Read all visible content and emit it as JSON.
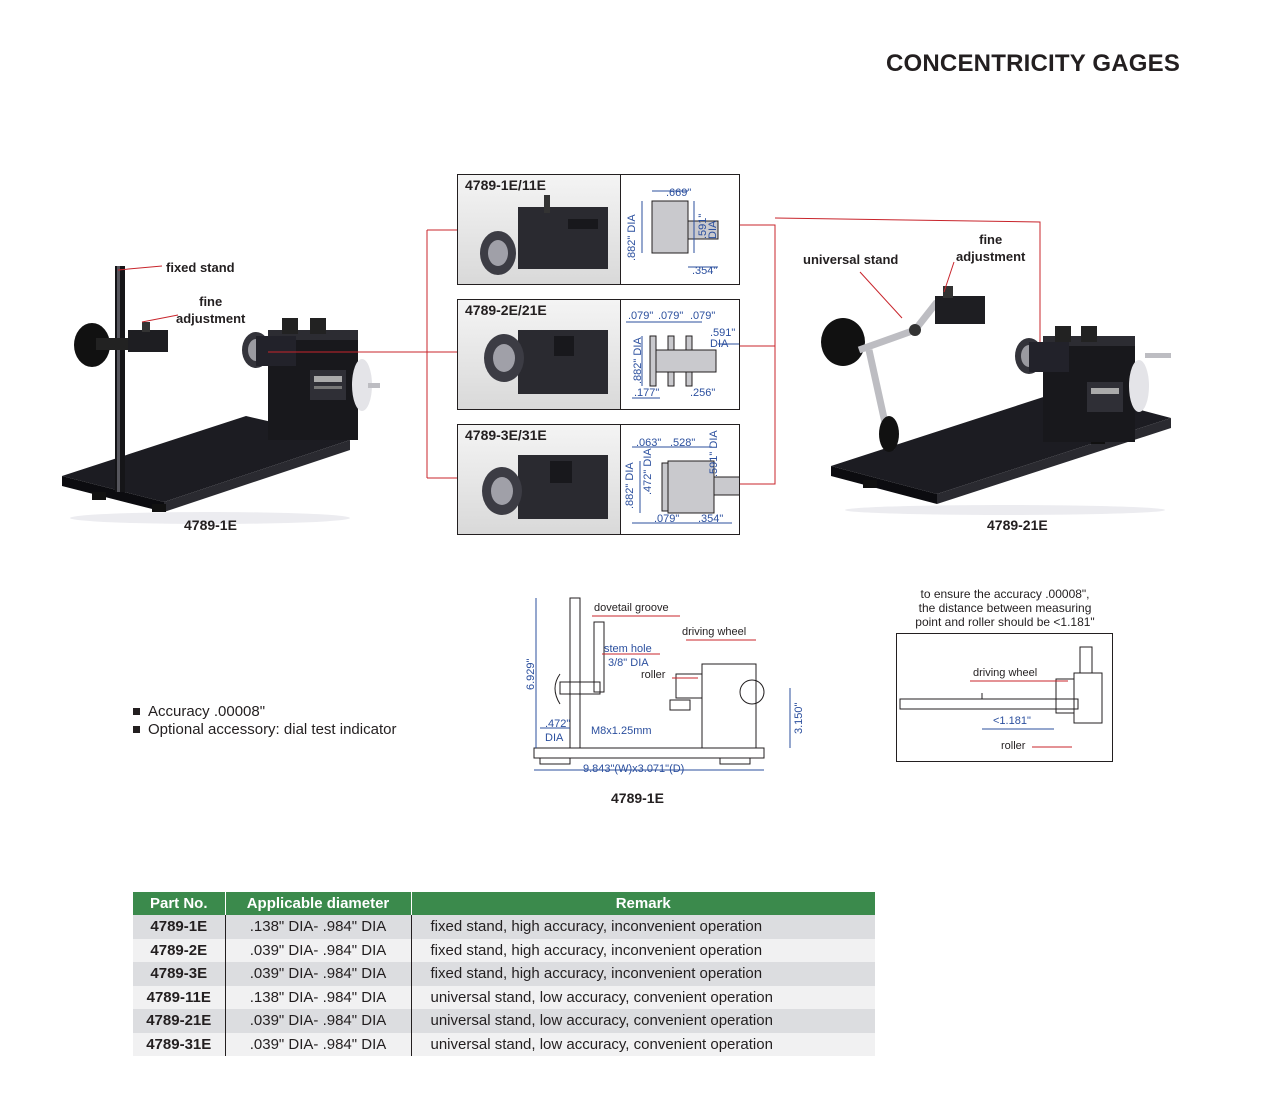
{
  "page_title": "CONCENTRICITY GAGES",
  "left_figure": {
    "label_fixed_stand": "fixed stand",
    "label_fine_adjustment": "fine\nadjustment",
    "model": "4789-1E"
  },
  "right_figure": {
    "label_universal_stand": "universal stand",
    "label_fine_adjustment": "fine\nadjustment",
    "model": "4789-21E"
  },
  "panels": [
    {
      "title": "4789-1E/11E",
      "dims": [
        ".669\"",
        ".591\" DIA",
        ".882\" DIA",
        ".354\""
      ]
    },
    {
      "title": "4789-2E/21E",
      "dims": [
        ".079\"",
        ".079\"",
        ".079\"",
        ".591\" DIA",
        ".882\" DIA",
        ".177\"",
        ".256\""
      ]
    },
    {
      "title": "4789-3E/31E",
      "dims": [
        ".063\"",
        ".528\"",
        ".591\" DIA",
        ".882\" DIA",
        ".472\" DIA",
        ".079\"",
        ".354\""
      ]
    }
  ],
  "features": [
    "Accuracy .00008\"",
    "Optional accessory: dial test indicator"
  ],
  "drawing": {
    "dovetail_groove": "dovetail groove",
    "driving_wheel": "driving wheel",
    "stem_hole": "stem hole",
    "stem_hole_dia": "3/8\" DIA",
    "roller": "roller",
    "height": "6.929\"",
    "base_height": "3.150\"",
    "rod_dia": ".472\"",
    "rod_dia_unit": "DIA",
    "thread": "M8x1.25mm",
    "footprint": "9.843\"(W)x3.071\"(D)",
    "model": "4789-1E"
  },
  "accuracy_note": {
    "text_line1": "to ensure the accuracy .00008\",",
    "text_line2": "the distance between measuring",
    "text_line3": "point and roller should be <1.181\"",
    "driving_wheel": "driving wheel",
    "distance": "<1.181\"",
    "roller": "roller"
  },
  "table": {
    "headers": [
      "Part No.",
      "Applicable diameter",
      "Remark"
    ],
    "rows": [
      {
        "part": "4789-1E",
        "diameter": ".138\" DIA- .984\" DIA",
        "remark": "fixed stand, high accuracy, inconvenient operation"
      },
      {
        "part": "4789-2E",
        "diameter": ".039\" DIA- .984\" DIA",
        "remark": "fixed stand, high accuracy, inconvenient operation"
      },
      {
        "part": "4789-3E",
        "diameter": ".039\" DIA- .984\" DIA",
        "remark": "fixed stand, high accuracy, inconvenient operation"
      },
      {
        "part": "4789-11E",
        "diameter": ".138\" DIA- .984\" DIA",
        "remark": "universal stand, low accuracy, convenient operation"
      },
      {
        "part": "4789-21E",
        "diameter": ".039\" DIA- .984\" DIA",
        "remark": "universal stand, low accuracy, convenient operation"
      },
      {
        "part": "4789-31E",
        "diameter": ".039\" DIA- .984\" DIA",
        "remark": "universal stand, low accuracy, convenient operation"
      }
    ]
  },
  "colors": {
    "header_green": "#3b8a4c",
    "leader_red": "#c8242b",
    "dimension_blue": "#2b4f9e"
  }
}
